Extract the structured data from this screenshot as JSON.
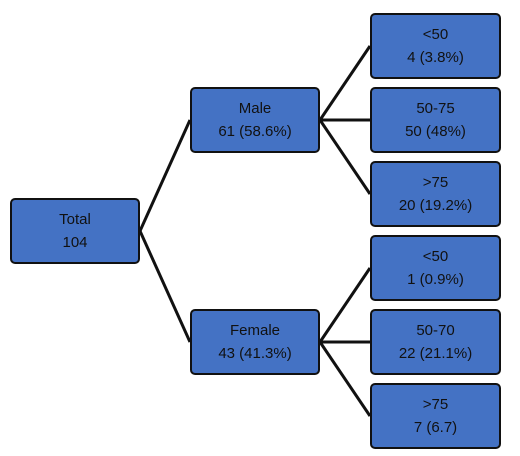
{
  "colors": {
    "node_fill": "#4472C4",
    "border": "#111111",
    "text": "#111111"
  },
  "tree": {
    "root": {
      "label": "Total",
      "value": "104"
    },
    "male": {
      "label": "Male",
      "value": "61 (58.6%)"
    },
    "female": {
      "label": "Female",
      "value": "43 (41.3%)"
    },
    "male_children": [
      {
        "label": "<50",
        "value": "4 (3.8%)"
      },
      {
        "label": "50-75",
        "value": "50 (48%)"
      },
      {
        "label": ">75",
        "value": "20 (19.2%)"
      }
    ],
    "female_children": [
      {
        "label": "<50",
        "value": "1 (0.9%)"
      },
      {
        "label": "50-70",
        "value": "22 (21.1%)"
      },
      {
        "label": ">75",
        "value": "7 (6.7)"
      }
    ]
  }
}
